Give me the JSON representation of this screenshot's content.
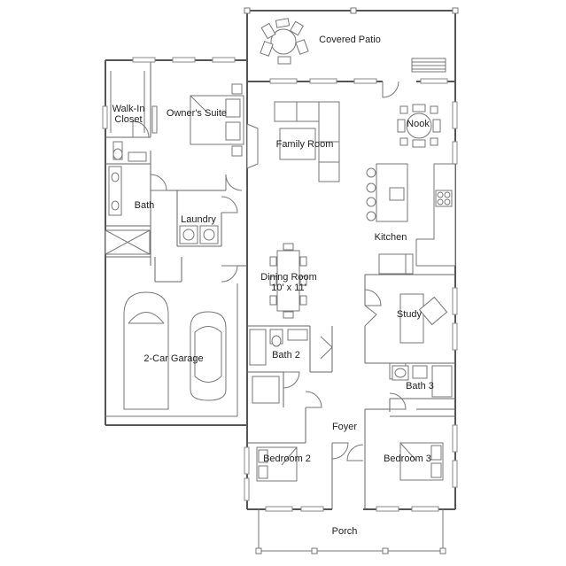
{
  "rooms": {
    "covered_patio": "Covered Patio",
    "walk_in_closet_line1": "Walk-In",
    "walk_in_closet_line2": "Closet",
    "owners_suite": "Owner's Suite",
    "family_room": "Family Room",
    "nook": "Nook",
    "bath": "Bath",
    "laundry": "Laundry",
    "kitchen": "Kitchen",
    "dining_room": "Dining Room",
    "dining_size": "10' x 11'",
    "study": "Study",
    "garage": "2-Car Garage",
    "bath_2": "Bath 2",
    "bath_3": "Bath 3",
    "foyer": "Foyer",
    "bedroom_2": "Bedroom 2",
    "bedroom_3": "Bedroom 3",
    "porch": "Porch"
  }
}
